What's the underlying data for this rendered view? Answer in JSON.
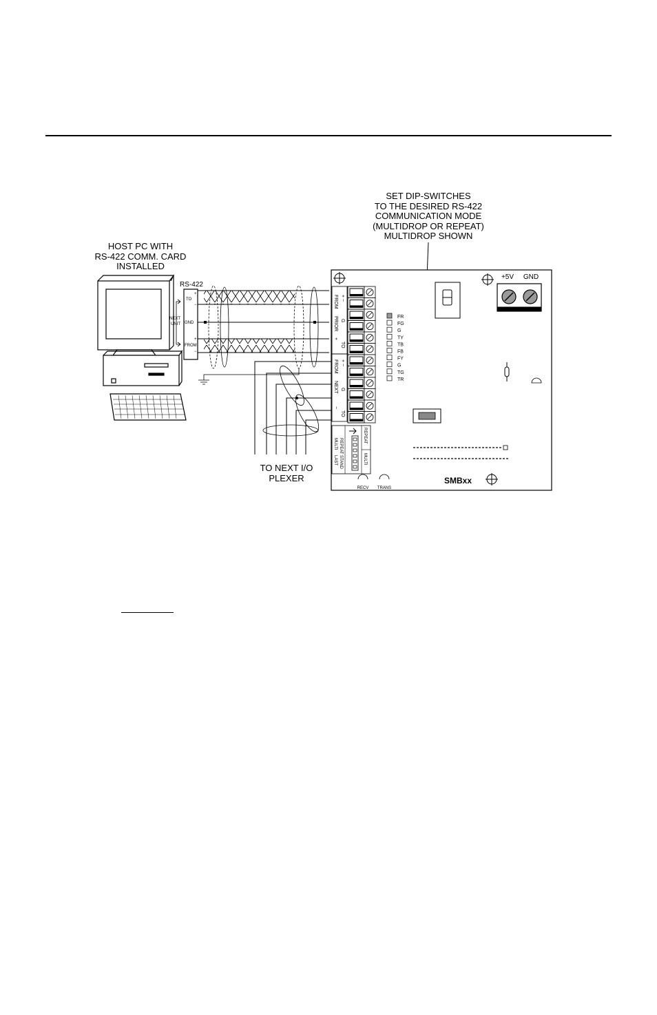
{
  "diagram": {
    "callout_lines": [
      "SET DIP-SWITCHES",
      "TO THE DESIRED RS-422",
      "COMMUNICATION MODE",
      "(MULTIDROP OR REPEAT)",
      "MULTIDROP SHOWN"
    ],
    "host_lines": [
      "HOST PC WITH",
      "RS-422 COMM. CARD",
      "INSTALLED"
    ],
    "rs422_label": "RS-422",
    "host_pins": {
      "to": "TO",
      "gnd": "GND",
      "from": "FROM",
      "next_unit_1": "NEXT",
      "next_unit_2": "UNIT",
      "plus": "+",
      "minus": "−"
    },
    "terminal_groups": {
      "prior_from": "FROM",
      "prior": "PRIOR",
      "prior_g": "G",
      "prior_to": "TO",
      "next_from": "FROM",
      "next": "NEXT",
      "next_g": "G",
      "next_to": "TO"
    },
    "led_labels": [
      "FR",
      "FG",
      "G",
      "TY",
      "TB",
      "FB",
      "FY",
      "G",
      "TG",
      "TR"
    ],
    "power": {
      "plus5v": "+5V",
      "gnd": "GND"
    },
    "board_name": "SMBxx",
    "leds_bottom": {
      "recv": "RECV",
      "trans": "TRANS"
    },
    "dip_labels": {
      "repeat_1": "REPEAT",
      "multi_1": "MULTI",
      "last": "LAST",
      "stand": "STAND",
      "repeat_2": "REPEAT",
      "multi_2": "MULTI"
    },
    "next_plexer": [
      "TO NEXT I/O",
      "PLEXER"
    ]
  }
}
